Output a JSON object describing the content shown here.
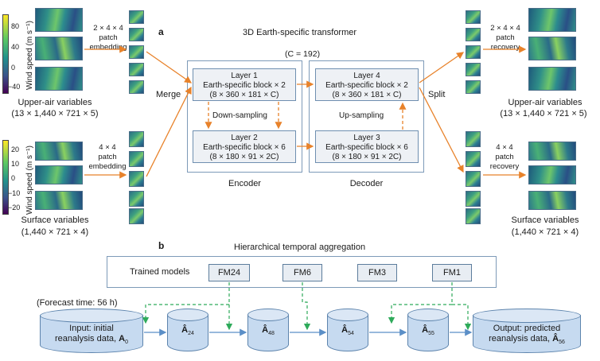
{
  "panel_a": {
    "letter": "a",
    "title": "3D Earth-specific transformer",
    "c_note": "(C = 192)",
    "upper_colorbar": {
      "label": "Wind speed (m s⁻¹)",
      "ticks": [
        "80",
        "40",
        "0",
        "−40"
      ]
    },
    "surface_colorbar": {
      "label": "Wind speed (m s⁻¹)",
      "ticks": [
        "20",
        "10",
        "0",
        "−10",
        "−20"
      ]
    },
    "upper_input": {
      "name": "Upper-air variables",
      "shape": "(13 × 1,440 × 721 × 5)"
    },
    "surface_input": {
      "name": "Surface variables",
      "shape": "(1,440 × 721 × 4)"
    },
    "upper_patch_embedding": [
      "2 × 4 × 4",
      "patch",
      "embedding"
    ],
    "surface_patch_embedding": [
      "4 × 4",
      "patch",
      "embedding"
    ],
    "merge_label": "Merge",
    "split_label": "Split",
    "encoder_label": "Encoder",
    "decoder_label": "Decoder",
    "down_sampling": "Down-sampling",
    "up_sampling": "Up-sampling",
    "layers": {
      "layer1": [
        "Layer 1",
        "Earth-specific block × 2",
        "(8 × 360 × 181 × C)"
      ],
      "layer2": [
        "Layer 2",
        "Earth-specific block × 6",
        "(8 × 180 × 91 × 2C)"
      ],
      "layer3": [
        "Layer 3",
        "Earth-specific block × 6",
        "(8 × 180 × 91 × 2C)"
      ],
      "layer4": [
        "Layer 4",
        "Earth-specific block × 2",
        "(8 × 360 × 181 × C)"
      ]
    },
    "upper_patch_recovery": [
      "2 × 4 × 4",
      "patch",
      "recovery"
    ],
    "surface_patch_recovery": [
      "4 × 4",
      "patch",
      "recovery"
    ],
    "upper_output": {
      "name": "Upper-air variables",
      "shape": "(13 × 1,440 × 721 × 5)"
    },
    "surface_output": {
      "name": "Surface variables",
      "shape": "(1,440 × 721 × 4)"
    }
  },
  "panel_b": {
    "letter": "b",
    "title": "Hierarchical temporal aggregation",
    "trained_models_label": "Trained models",
    "models": [
      "FM24",
      "FM6",
      "FM3",
      "FM1"
    ],
    "forecast_time": "(Forecast time: 56 h)",
    "input": {
      "line1": "Input: initial",
      "line2": "reanalysis data, ",
      "symbol": "A",
      "sub": "0"
    },
    "steps": [
      {
        "symbol": "Â",
        "sub": "24"
      },
      {
        "symbol": "Â",
        "sub": "48"
      },
      {
        "symbol": "Â",
        "sub": "54"
      },
      {
        "symbol": "Â",
        "sub": "55"
      }
    ],
    "output": {
      "line1": "Output: predicted",
      "line2": "reanalysis data, ",
      "symbol": "Â",
      "sub": "56"
    }
  },
  "colors": {
    "arrow_orange": "#e8822a",
    "arrow_green": "#2eaa5a",
    "arrow_blue": "#5b8fc7",
    "box_border": "#6f8fb0",
    "cylinder_fill": "#c6daf0"
  }
}
